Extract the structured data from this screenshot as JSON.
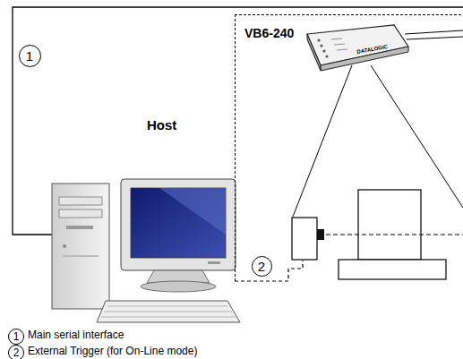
{
  "diagram": {
    "nodes": [
      {
        "text": [
          "1"
        ]
      },
      {
        "text": [
          "VB6-240"
        ]
      },
      {
        "text": [
          "2"
        ],
        "in": 1
      },
      {
        "text": [
          "1"
        ]
      },
      {
        "text": [
          "2"
        ]
      }
    ],
    "labels": [
      "Host",
      "DATALOGIC",
      "Main serial interface",
      "External Trigger (for On-Line mode)"
    ]
  }
}
